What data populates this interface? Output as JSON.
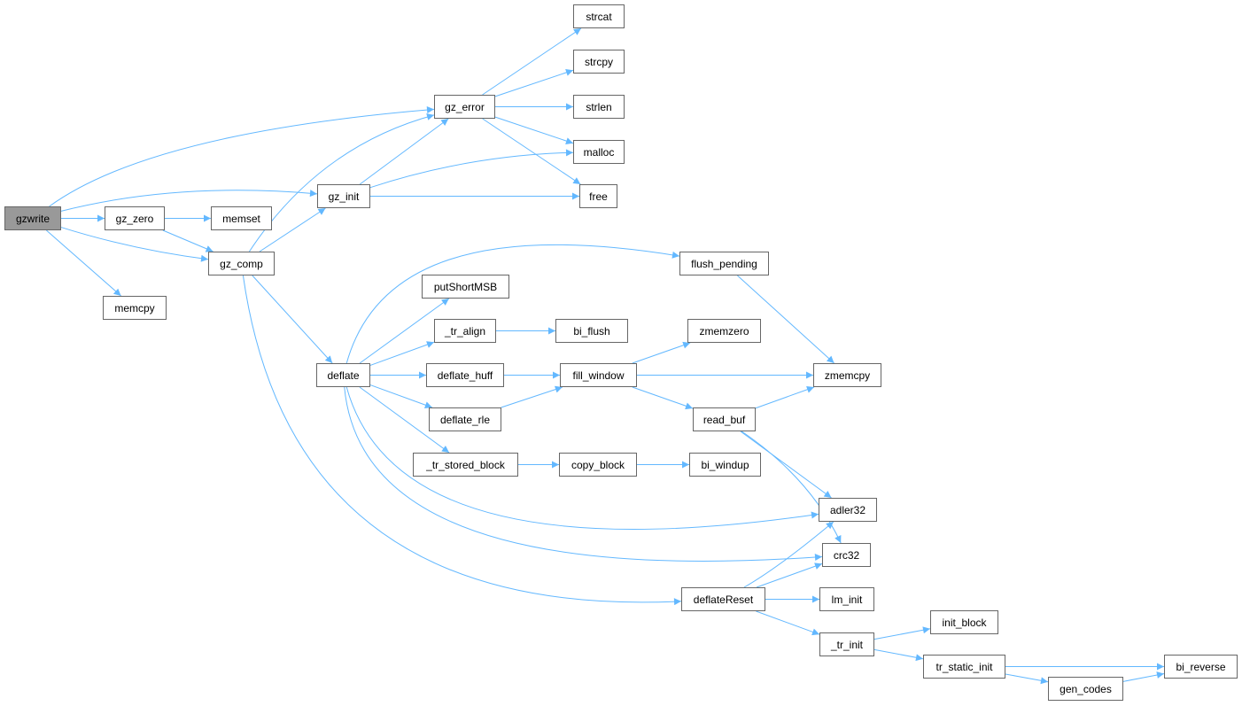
{
  "colors": {
    "edge": "#63b8ff",
    "node_border": "#666666",
    "root_fill": "#999999"
  },
  "nodes": [
    {
      "id": "gzwrite",
      "label": "gzwrite",
      "root": true
    },
    {
      "id": "gz_zero",
      "label": "gz_zero"
    },
    {
      "id": "memset",
      "label": "memset"
    },
    {
      "id": "gz_comp",
      "label": "gz_comp"
    },
    {
      "id": "memcpy",
      "label": "memcpy"
    },
    {
      "id": "gz_init",
      "label": "gz_init"
    },
    {
      "id": "gz_error",
      "label": "gz_error"
    },
    {
      "id": "strcat",
      "label": "strcat"
    },
    {
      "id": "strcpy",
      "label": "strcpy"
    },
    {
      "id": "strlen",
      "label": "strlen"
    },
    {
      "id": "malloc",
      "label": "malloc"
    },
    {
      "id": "free",
      "label": "free"
    },
    {
      "id": "flush_pending",
      "label": "flush_pending"
    },
    {
      "id": "putShortMSB",
      "label": "putShortMSB"
    },
    {
      "id": "_tr_align",
      "label": "_tr_align"
    },
    {
      "id": "bi_flush",
      "label": "bi_flush"
    },
    {
      "id": "zmemzero",
      "label": "zmemzero"
    },
    {
      "id": "deflate",
      "label": "deflate"
    },
    {
      "id": "deflate_huff",
      "label": "deflate_huff"
    },
    {
      "id": "fill_window",
      "label": "fill_window"
    },
    {
      "id": "zmemcpy",
      "label": "zmemcpy"
    },
    {
      "id": "deflate_rle",
      "label": "deflate_rle"
    },
    {
      "id": "read_buf",
      "label": "read_buf"
    },
    {
      "id": "_tr_stored_block",
      "label": "_tr_stored_block"
    },
    {
      "id": "copy_block",
      "label": "copy_block"
    },
    {
      "id": "bi_windup",
      "label": "bi_windup"
    },
    {
      "id": "adler32",
      "label": "adler32"
    },
    {
      "id": "crc32",
      "label": "crc32"
    },
    {
      "id": "deflateReset",
      "label": "deflateReset"
    },
    {
      "id": "lm_init",
      "label": "lm_init"
    },
    {
      "id": "_tr_init",
      "label": "_tr_init"
    },
    {
      "id": "init_block",
      "label": "init_block"
    },
    {
      "id": "tr_static_init",
      "label": "tr_static_init"
    },
    {
      "id": "bi_reverse",
      "label": "bi_reverse"
    },
    {
      "id": "gen_codes",
      "label": "gen_codes"
    }
  ],
  "edges": [
    [
      "gzwrite",
      "gz_error"
    ],
    [
      "gzwrite",
      "gz_init"
    ],
    [
      "gzwrite",
      "gz_zero"
    ],
    [
      "gzwrite",
      "gz_comp"
    ],
    [
      "gzwrite",
      "memcpy"
    ],
    [
      "gz_zero",
      "memset"
    ],
    [
      "gz_zero",
      "gz_comp"
    ],
    [
      "gz_comp",
      "gz_error"
    ],
    [
      "gz_comp",
      "gz_init"
    ],
    [
      "gz_comp",
      "deflate"
    ],
    [
      "gz_comp",
      "deflateReset"
    ],
    [
      "gz_init",
      "gz_error"
    ],
    [
      "gz_init",
      "malloc"
    ],
    [
      "gz_init",
      "free"
    ],
    [
      "gz_error",
      "strcat"
    ],
    [
      "gz_error",
      "strcpy"
    ],
    [
      "gz_error",
      "strlen"
    ],
    [
      "gz_error",
      "malloc"
    ],
    [
      "gz_error",
      "free"
    ],
    [
      "deflate",
      "flush_pending"
    ],
    [
      "deflate",
      "putShortMSB"
    ],
    [
      "deflate",
      "_tr_align"
    ],
    [
      "deflate",
      "deflate_huff"
    ],
    [
      "deflate",
      "deflate_rle"
    ],
    [
      "deflate",
      "_tr_stored_block"
    ],
    [
      "deflate",
      "adler32"
    ],
    [
      "deflate",
      "crc32"
    ],
    [
      "flush_pending",
      "zmemcpy"
    ],
    [
      "_tr_align",
      "bi_flush"
    ],
    [
      "deflate_huff",
      "fill_window"
    ],
    [
      "deflate_rle",
      "fill_window"
    ],
    [
      "fill_window",
      "zmemzero"
    ],
    [
      "fill_window",
      "zmemcpy"
    ],
    [
      "fill_window",
      "read_buf"
    ],
    [
      "read_buf",
      "zmemcpy"
    ],
    [
      "read_buf",
      "adler32"
    ],
    [
      "read_buf",
      "crc32"
    ],
    [
      "_tr_stored_block",
      "copy_block"
    ],
    [
      "copy_block",
      "bi_windup"
    ],
    [
      "deflateReset",
      "adler32"
    ],
    [
      "deflateReset",
      "crc32"
    ],
    [
      "deflateReset",
      "lm_init"
    ],
    [
      "deflateReset",
      "_tr_init"
    ],
    [
      "_tr_init",
      "init_block"
    ],
    [
      "_tr_init",
      "tr_static_init"
    ],
    [
      "tr_static_init",
      "bi_reverse"
    ],
    [
      "tr_static_init",
      "gen_codes"
    ],
    [
      "gen_codes",
      "bi_reverse"
    ]
  ]
}
